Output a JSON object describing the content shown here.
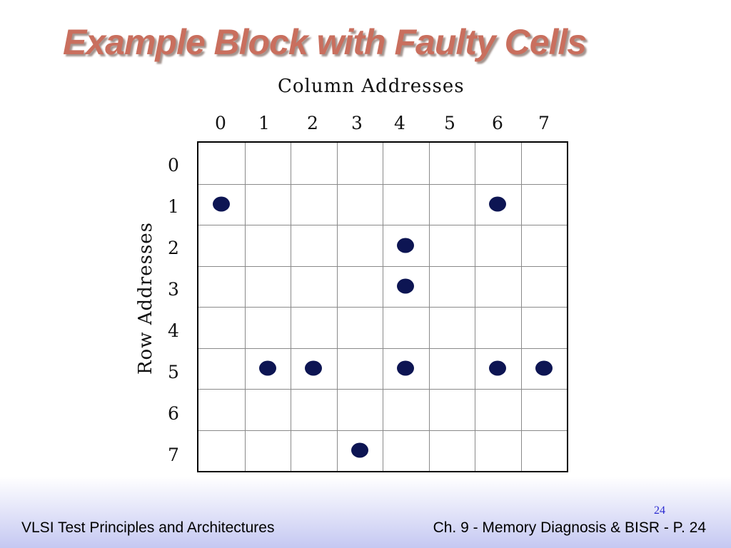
{
  "slide": {
    "title": "Example Block with Faulty Cells",
    "number": "24"
  },
  "diagram": {
    "column_axis_title": "Column Addresses",
    "row_axis_title": "Row Addresses",
    "column_addresses": [
      "0",
      "1",
      "2",
      "3",
      "4",
      "5",
      "6",
      "7"
    ],
    "row_addresses": [
      "0",
      "1",
      "2",
      "3",
      "4",
      "5",
      "6",
      "7"
    ],
    "faulty_cells": [
      {
        "row": 1,
        "col": 0
      },
      {
        "row": 1,
        "col": 6
      },
      {
        "row": 2,
        "col": 4
      },
      {
        "row": 3,
        "col": 4
      },
      {
        "row": 5,
        "col": 1
      },
      {
        "row": 5,
        "col": 2
      },
      {
        "row": 5,
        "col": 4
      },
      {
        "row": 5,
        "col": 6
      },
      {
        "row": 5,
        "col": 7
      },
      {
        "row": 7,
        "col": 3
      }
    ],
    "fault_color": "#0d1553"
  },
  "footer": {
    "left_text": "VLSI Test Principles and Architectures",
    "right_text": "Ch. 9 - Memory Diagnosis & BISR - P. 24"
  }
}
